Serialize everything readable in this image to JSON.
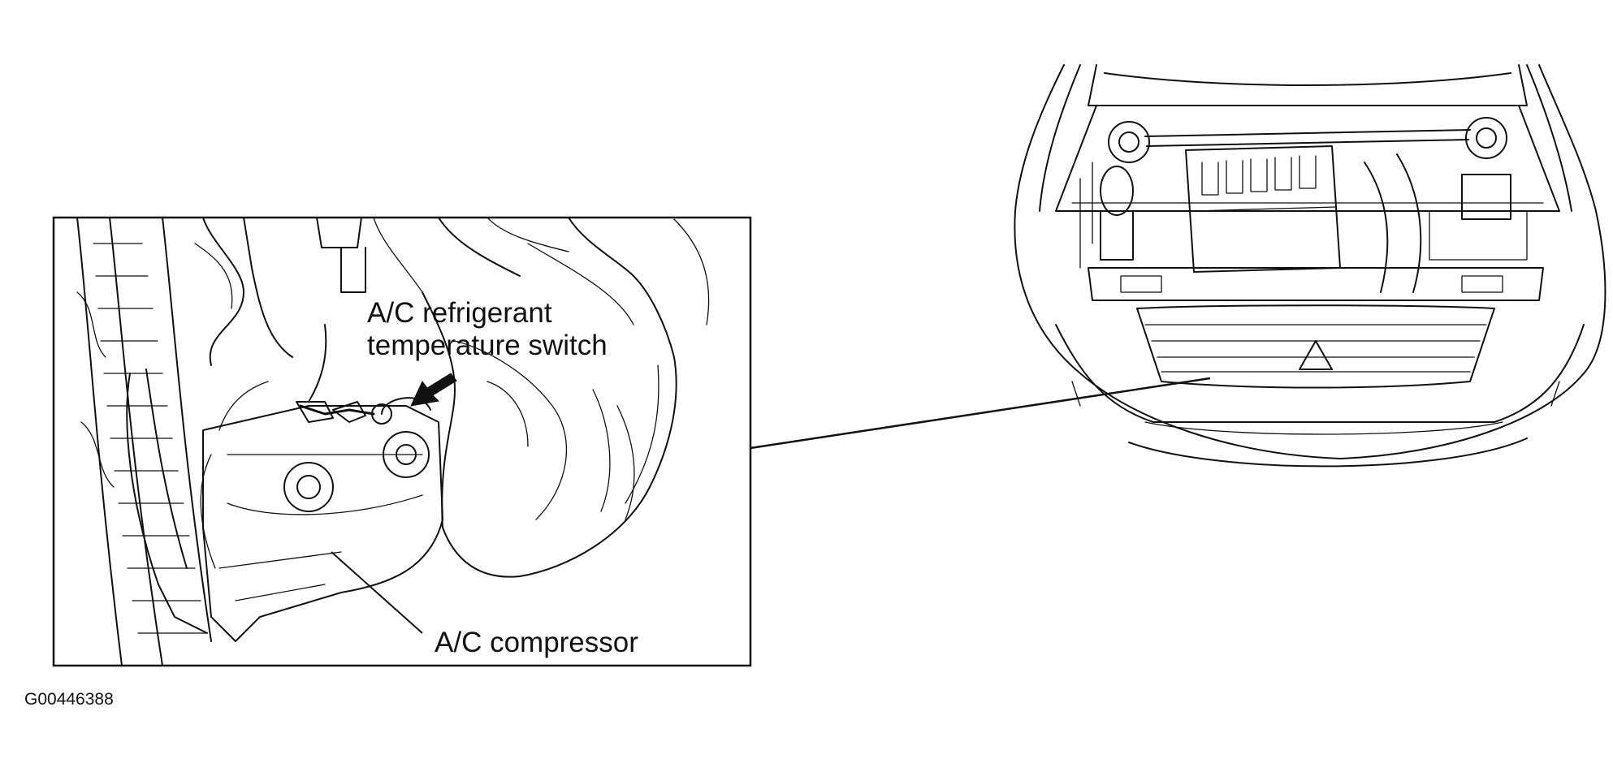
{
  "figure_id": "G00446388",
  "labels": {
    "switch_line1": "A/C refrigerant",
    "switch_line2": "temperature switch",
    "compressor": "A/C compressor"
  },
  "icons": {
    "pointer": "arrow-icon"
  },
  "colors": {
    "ink": "#111111",
    "background": "#ffffff"
  }
}
